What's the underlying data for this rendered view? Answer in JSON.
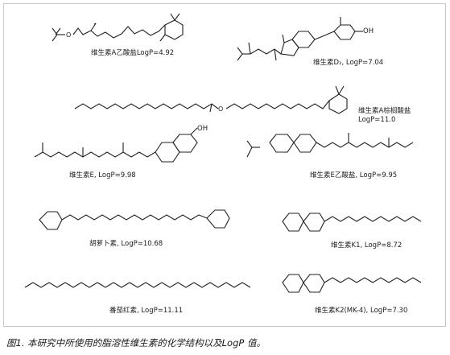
{
  "compounds": [
    {
      "name": "维生素A乙酸盐",
      "logp": "LogP=4.92"
    },
    {
      "name": "维生素D₂",
      "logp": "LogP=7.04"
    },
    {
      "name": "维生素A棕榈酸盐",
      "logp": "LogP=11.0"
    },
    {
      "name": "维生素E",
      "logp": "LogP=9.98"
    },
    {
      "name": "维生素E乙酸盐",
      "logp": "LogP=9.95"
    },
    {
      "name": "胡萝卜素",
      "logp": "LogP=10.68"
    },
    {
      "name": "维生素K1",
      "logp": "LogP=8.72"
    },
    {
      "name": "番茄红素",
      "logp": "LogP=11.11"
    },
    {
      "name": "维生素K2(MK-4)",
      "logp": "LogP=7.30"
    }
  ],
  "atoms": {
    "oh": "OH",
    "o": "O"
  },
  "caption": "图1. 本研究中所使用的脂溶性维生素的化学结构以及LogP 值。"
}
